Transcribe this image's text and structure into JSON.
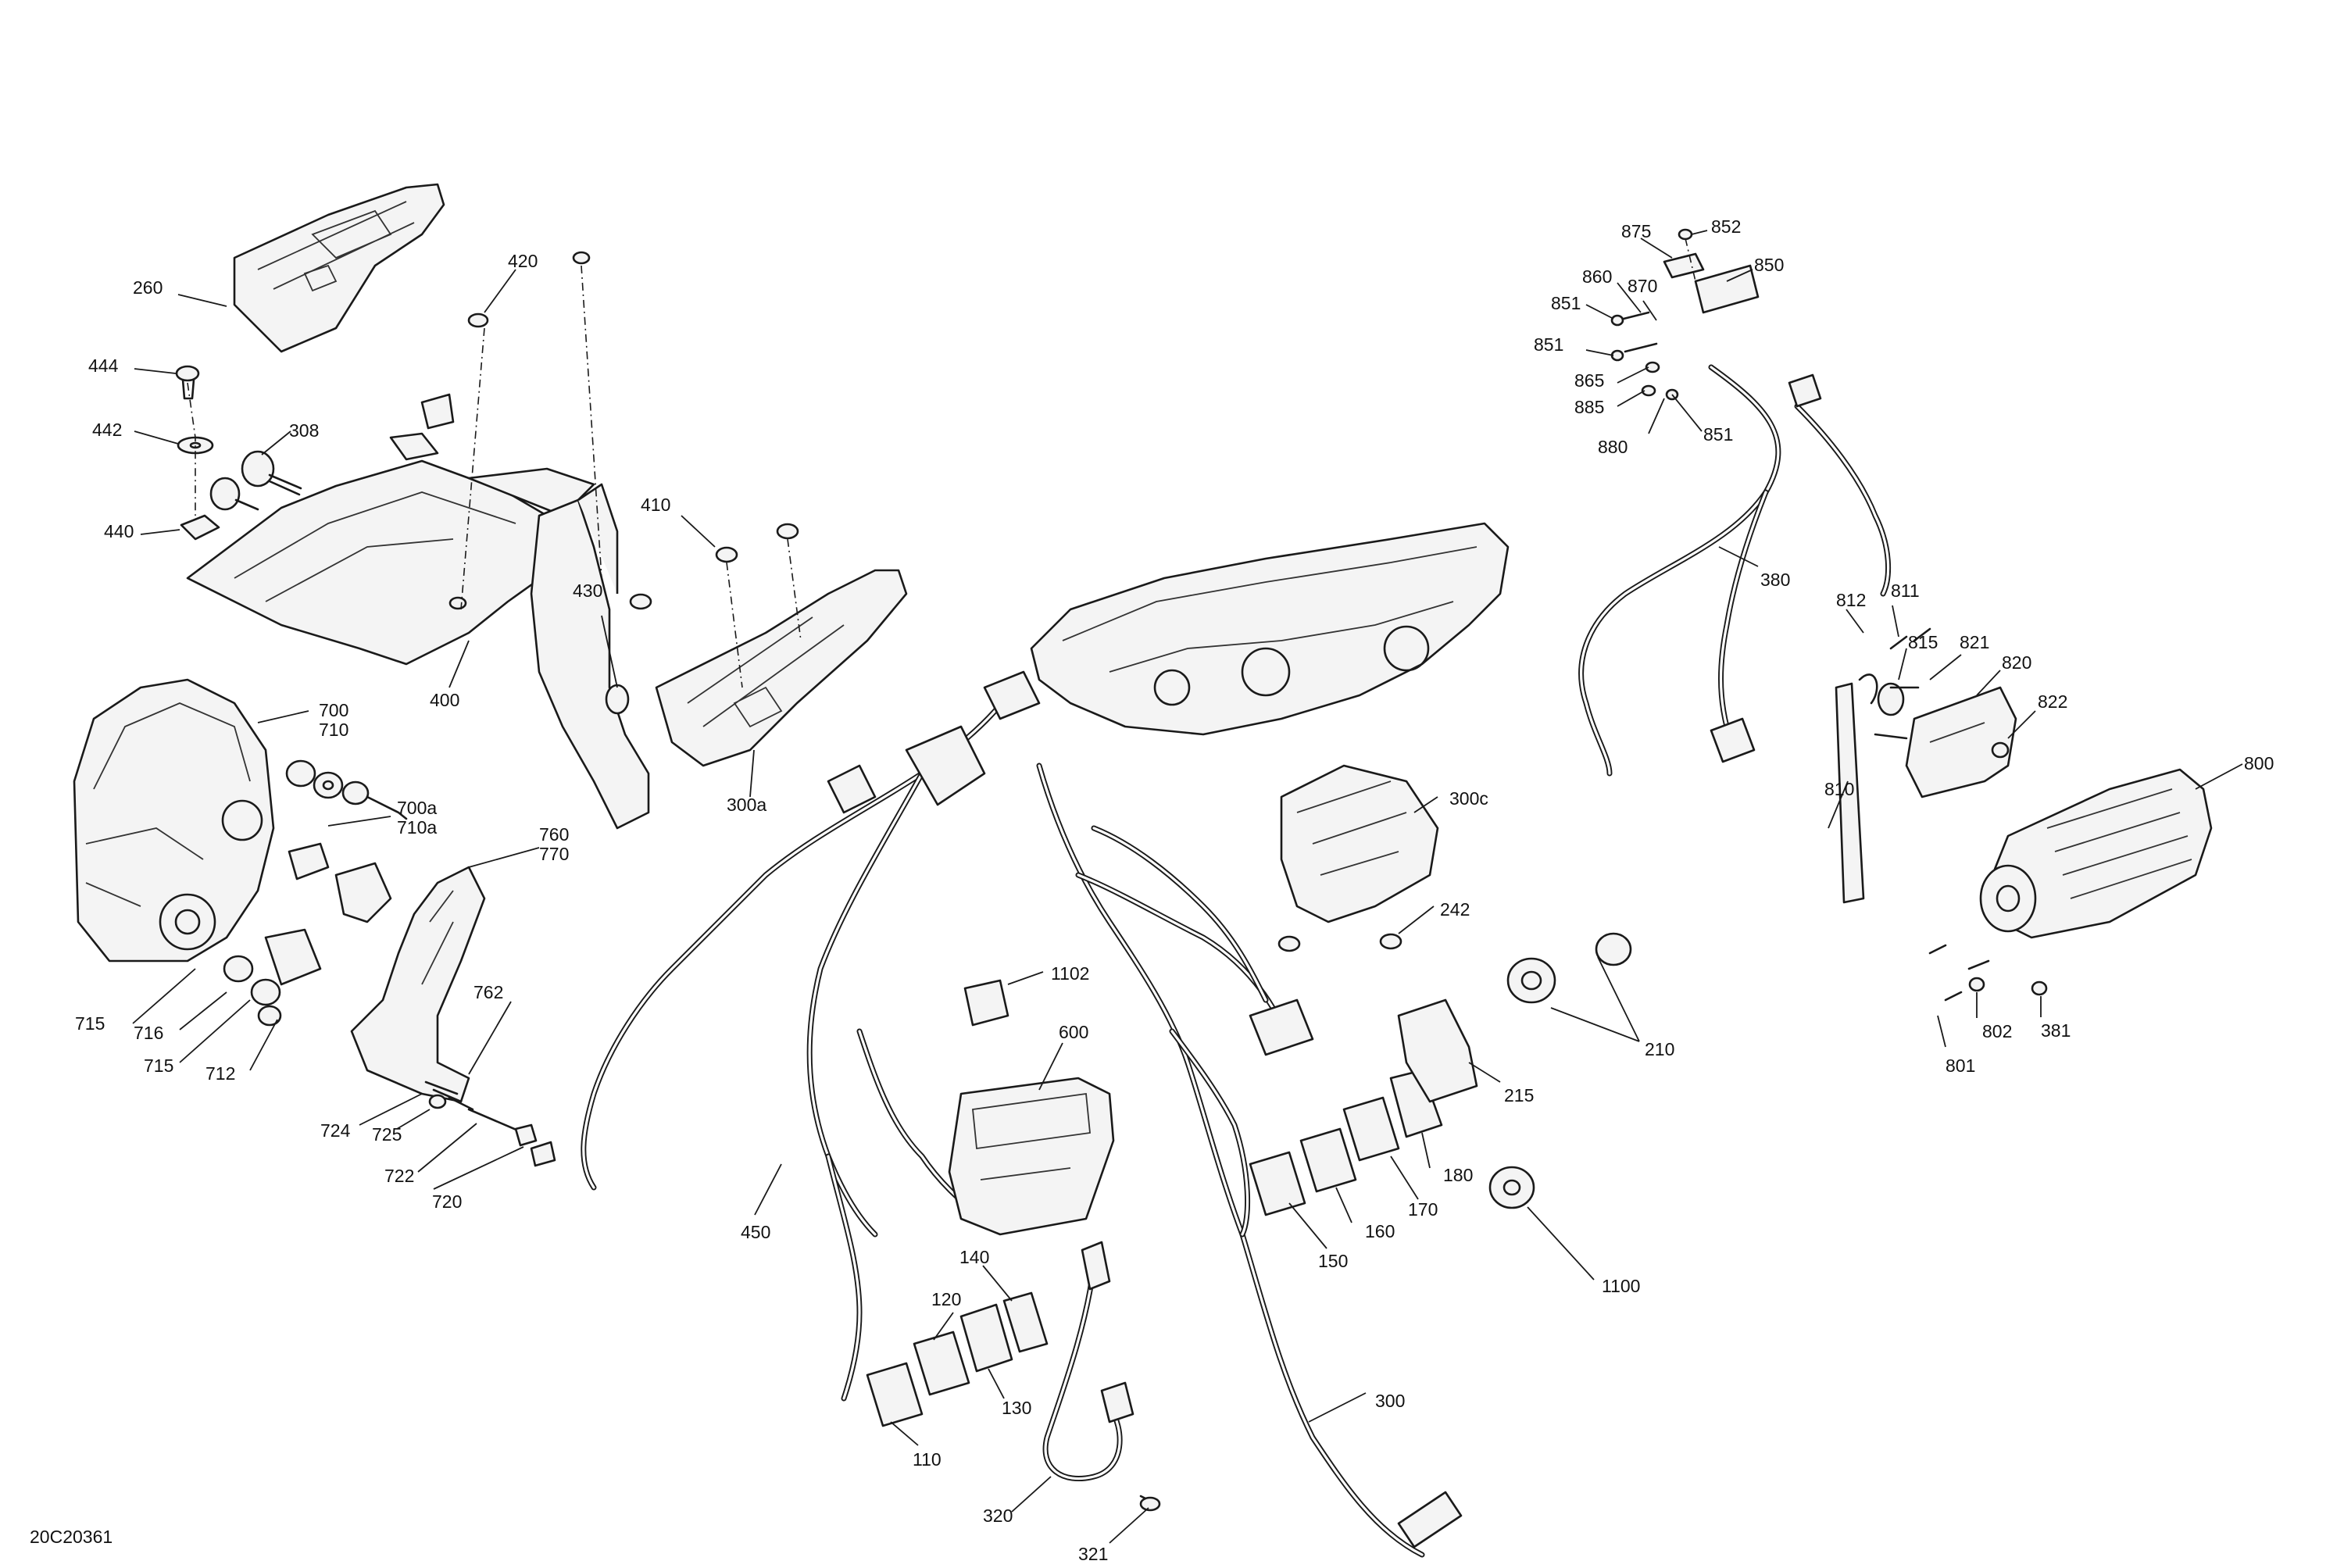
{
  "diagram_code": "20C20361",
  "callouts": [
    {
      "id": "c260",
      "label": "260"
    },
    {
      "id": "c444",
      "label": "444"
    },
    {
      "id": "c442",
      "label": "442"
    },
    {
      "id": "c440",
      "label": "440"
    },
    {
      "id": "c308",
      "label": "308"
    },
    {
      "id": "c420",
      "label": "420"
    },
    {
      "id": "c400",
      "label": "400"
    },
    {
      "id": "c410",
      "label": "410"
    },
    {
      "id": "c430",
      "label": "430"
    },
    {
      "id": "c300a",
      "label": "300a"
    },
    {
      "id": "c700",
      "label": "700"
    },
    {
      "id": "c710",
      "label": "710"
    },
    {
      "id": "c700a",
      "label": "700a"
    },
    {
      "id": "c710a",
      "label": "710a"
    },
    {
      "id": "c760",
      "label": "760"
    },
    {
      "id": "c770",
      "label": "770"
    },
    {
      "id": "c715a",
      "label": "715"
    },
    {
      "id": "c716",
      "label": "716"
    },
    {
      "id": "c715b",
      "label": "715"
    },
    {
      "id": "c712",
      "label": "712"
    },
    {
      "id": "c762",
      "label": "762"
    },
    {
      "id": "c724",
      "label": "724"
    },
    {
      "id": "c725",
      "label": "725"
    },
    {
      "id": "c722",
      "label": "722"
    },
    {
      "id": "c720",
      "label": "720"
    },
    {
      "id": "c450",
      "label": "450"
    },
    {
      "id": "c600",
      "label": "600"
    },
    {
      "id": "c1102",
      "label": "1102"
    },
    {
      "id": "c140",
      "label": "140"
    },
    {
      "id": "c120",
      "label": "120"
    },
    {
      "id": "c130",
      "label": "130"
    },
    {
      "id": "c110",
      "label": "110"
    },
    {
      "id": "c320",
      "label": "320"
    },
    {
      "id": "c321",
      "label": "321"
    },
    {
      "id": "c300",
      "label": "300"
    },
    {
      "id": "c150",
      "label": "150"
    },
    {
      "id": "c160",
      "label": "160"
    },
    {
      "id": "c170",
      "label": "170"
    },
    {
      "id": "c180",
      "label": "180"
    },
    {
      "id": "c1100",
      "label": "1100"
    },
    {
      "id": "c215",
      "label": "215"
    },
    {
      "id": "c210",
      "label": "210"
    },
    {
      "id": "c242",
      "label": "242"
    },
    {
      "id": "c300c",
      "label": "300c"
    },
    {
      "id": "c875",
      "label": "875"
    },
    {
      "id": "c852",
      "label": "852"
    },
    {
      "id": "c850",
      "label": "850"
    },
    {
      "id": "c860",
      "label": "860"
    },
    {
      "id": "c870",
      "label": "870"
    },
    {
      "id": "c851a",
      "label": "851"
    },
    {
      "id": "c851b",
      "label": "851"
    },
    {
      "id": "c865",
      "label": "865"
    },
    {
      "id": "c885",
      "label": "885"
    },
    {
      "id": "c880",
      "label": "880"
    },
    {
      "id": "c851c",
      "label": "851"
    },
    {
      "id": "c380",
      "label": "380"
    },
    {
      "id": "c812",
      "label": "812"
    },
    {
      "id": "c811",
      "label": "811"
    },
    {
      "id": "c815",
      "label": "815"
    },
    {
      "id": "c821",
      "label": "821"
    },
    {
      "id": "c820",
      "label": "820"
    },
    {
      "id": "c822",
      "label": "822"
    },
    {
      "id": "c810",
      "label": "810"
    },
    {
      "id": "c800",
      "label": "800"
    },
    {
      "id": "c802",
      "label": "802"
    },
    {
      "id": "c381",
      "label": "381"
    },
    {
      "id": "c801",
      "label": "801"
    }
  ]
}
